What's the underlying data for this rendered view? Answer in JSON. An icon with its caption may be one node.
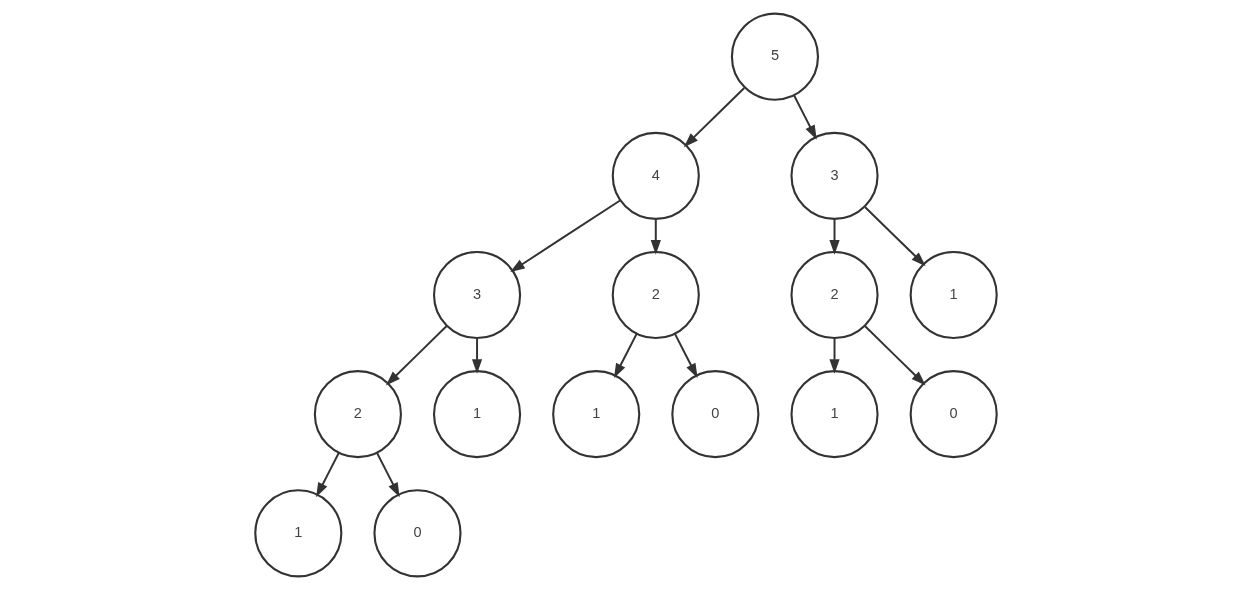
{
  "diagram": {
    "nodes": [
      {
        "text": [
          "5"
        ]
      },
      {
        "text": [
          "4"
        ]
      },
      {
        "text": [
          "3"
        ]
      },
      {
        "text": [
          "3"
        ]
      },
      {
        "text": [
          "2"
        ]
      },
      {
        "text": [
          "2"
        ]
      },
      {
        "text": [
          "1"
        ]
      },
      {
        "text": [
          "2"
        ]
      },
      {
        "text": [
          "1"
        ]
      },
      {
        "text": [
          "1"
        ]
      },
      {
        "text": [
          "0"
        ]
      },
      {
        "text": [
          "1"
        ]
      },
      {
        "text": [
          "0"
        ]
      },
      {
        "text": [
          "1"
        ]
      },
      {
        "text": [
          "0"
        ]
      }
    ],
    "edges": [
      {
        "from": 0,
        "to": 1,
        "arrow": "to"
      },
      {
        "from": 0,
        "to": 2,
        "arrow": "to"
      },
      {
        "from": 1,
        "to": 3,
        "arrow": "to"
      },
      {
        "from": 1,
        "to": 4,
        "arrow": "to"
      },
      {
        "from": 2,
        "to": 5,
        "arrow": "to"
      },
      {
        "from": 2,
        "to": 6,
        "arrow": "to"
      },
      {
        "from": 3,
        "to": 7,
        "arrow": "to"
      },
      {
        "from": 3,
        "to": 8,
        "arrow": "to"
      },
      {
        "from": 4,
        "to": 9,
        "arrow": "to"
      },
      {
        "from": 4,
        "to": 10,
        "arrow": "to"
      },
      {
        "from": 5,
        "to": 11,
        "arrow": "to"
      },
      {
        "from": 5,
        "to": 12,
        "arrow": "to"
      },
      {
        "from": 7,
        "to": 13,
        "arrow": "to"
      },
      {
        "from": 7,
        "to": 14,
        "arrow": "to"
      }
    ]
  }
}
